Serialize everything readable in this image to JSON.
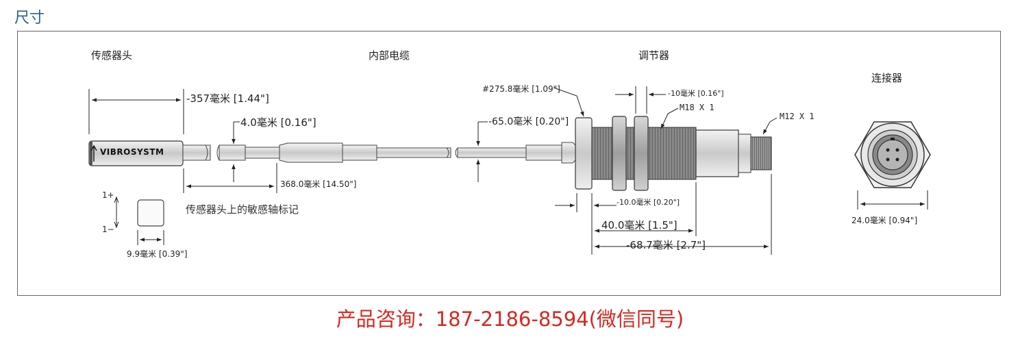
{
  "page_title": "尺寸",
  "sections": {
    "sensor_head": "传感器头",
    "internal_cable": "内部电缆",
    "adjuster": "调节器",
    "connector": "连接器"
  },
  "dimensions": {
    "head_length": "-357毫米 [1.44\"]",
    "cable_step_dia": "4.0毫米 [0.16\"]",
    "head_to_cable_length": "368.0毫米 [14.50\"]",
    "flange_dia": "#275.8毫米 [1.09\"]",
    "cable_dia": "-65.0毫米 [0.20\"]",
    "nut_width": "-10毫米 [0.16\"]",
    "flange_thickness": "-10.0毫米 [0.20\"]",
    "thread_length": "40.0毫米 [1.5\"]",
    "total_length": "-68.7毫米 [2.7\"]",
    "head_width": "9.9毫米 [0.39\"]",
    "hex_width": "24.0毫米 [0.94\"]"
  },
  "threads": {
    "body_thread": "M18 X 1",
    "connector_thread": "M12 X 1"
  },
  "brand": "VIBROSYSTM",
  "axis_plus": "1+",
  "axis_minus": "1−",
  "axis_note": "传感器头上的敏感轴标记",
  "contact": "产品咨询：187-2186-8594(微信同号)",
  "colors": {
    "title_blue": "#2b5f8e",
    "contact_red": "#d9271f"
  }
}
